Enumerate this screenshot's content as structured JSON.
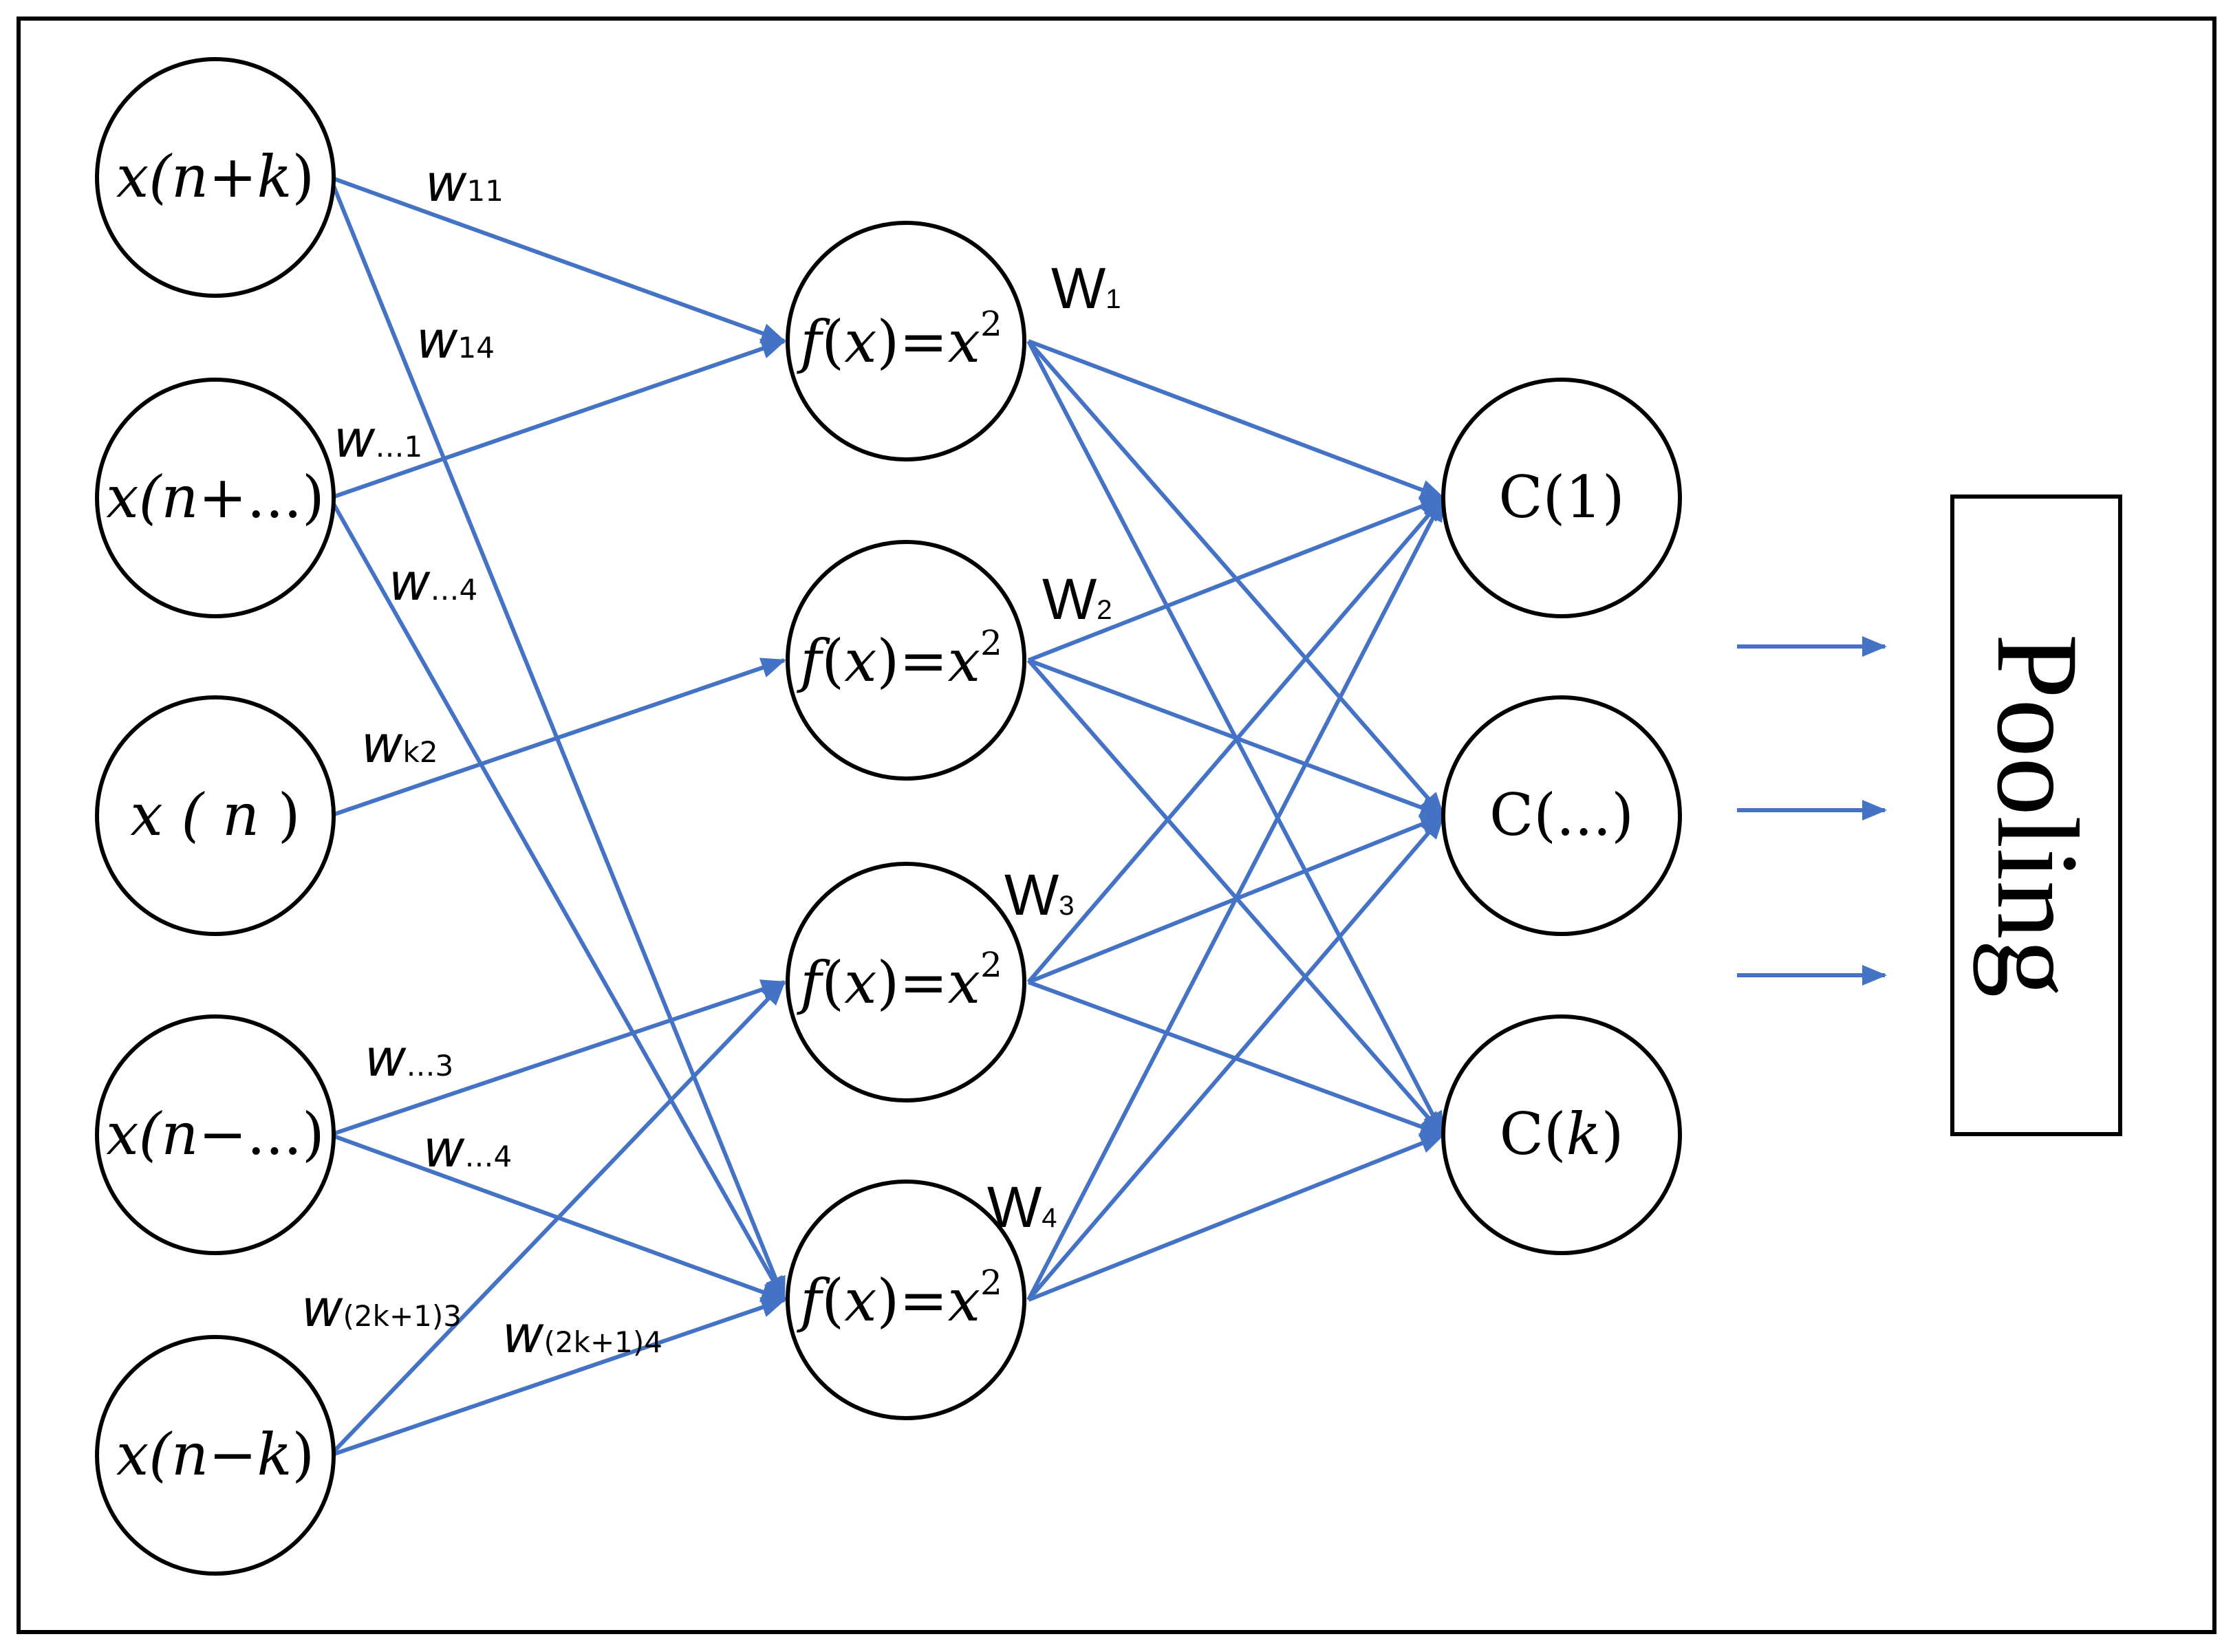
{
  "inputs": {
    "n1": {
      "pre": "x(",
      "v1": "n",
      "op": "+",
      "v2": "k",
      "post": ")"
    },
    "n2": {
      "pre": "x(",
      "v1": "n",
      "op": "+",
      "v2": "...",
      "post": ")"
    },
    "n3": {
      "pre": "x ( ",
      "v1": "n",
      "op": "",
      "v2": "",
      "post": " )"
    },
    "n4": {
      "pre": "x(",
      "v1": "n",
      "op": "−",
      "v2": "...",
      "post": ")"
    },
    "n5": {
      "pre": "x(",
      "v1": "n",
      "op": "−",
      "v2": "k",
      "post": ")"
    }
  },
  "hidden": {
    "fn": "f",
    "open": "(",
    "arg": "x",
    "close": ")",
    "eq": "=",
    "base": "x",
    "exp": "2"
  },
  "outputs": {
    "c1": {
      "pre": "C(",
      "v": "1",
      "post": ")"
    },
    "c2": {
      "pre": "C(",
      "v": "...",
      "post": ")"
    },
    "c3": {
      "pre": "C(",
      "v": "k",
      "post": ")"
    }
  },
  "input_weights": {
    "w11": {
      "main": "w",
      "sub": "11"
    },
    "w14": {
      "main": "w",
      "sub": "14"
    },
    "w_1": {
      "main": "w",
      "sub": "…1"
    },
    "w_4a": {
      "main": "w",
      "sub": "…4"
    },
    "wk2": {
      "main": "w",
      "sub": "k2"
    },
    "w_3": {
      "main": "w",
      "sub": "…3"
    },
    "w_4b": {
      "main": "w",
      "sub": "…4"
    },
    "w2k3": {
      "main": "w",
      "sub": "(2k+1)3"
    },
    "w2k4": {
      "main": "w",
      "sub": "(2k+1)4"
    }
  },
  "hidden_weights": {
    "W1": {
      "main": "W",
      "sub": "1"
    },
    "W2": {
      "main": "W",
      "sub": "2"
    },
    "W3": {
      "main": "W",
      "sub": "3"
    },
    "W4": {
      "main": "W",
      "sub": "4"
    }
  },
  "pooling": {
    "label": "Pooling"
  },
  "colors": {
    "edge": "#4472C4",
    "stroke": "#000000"
  }
}
